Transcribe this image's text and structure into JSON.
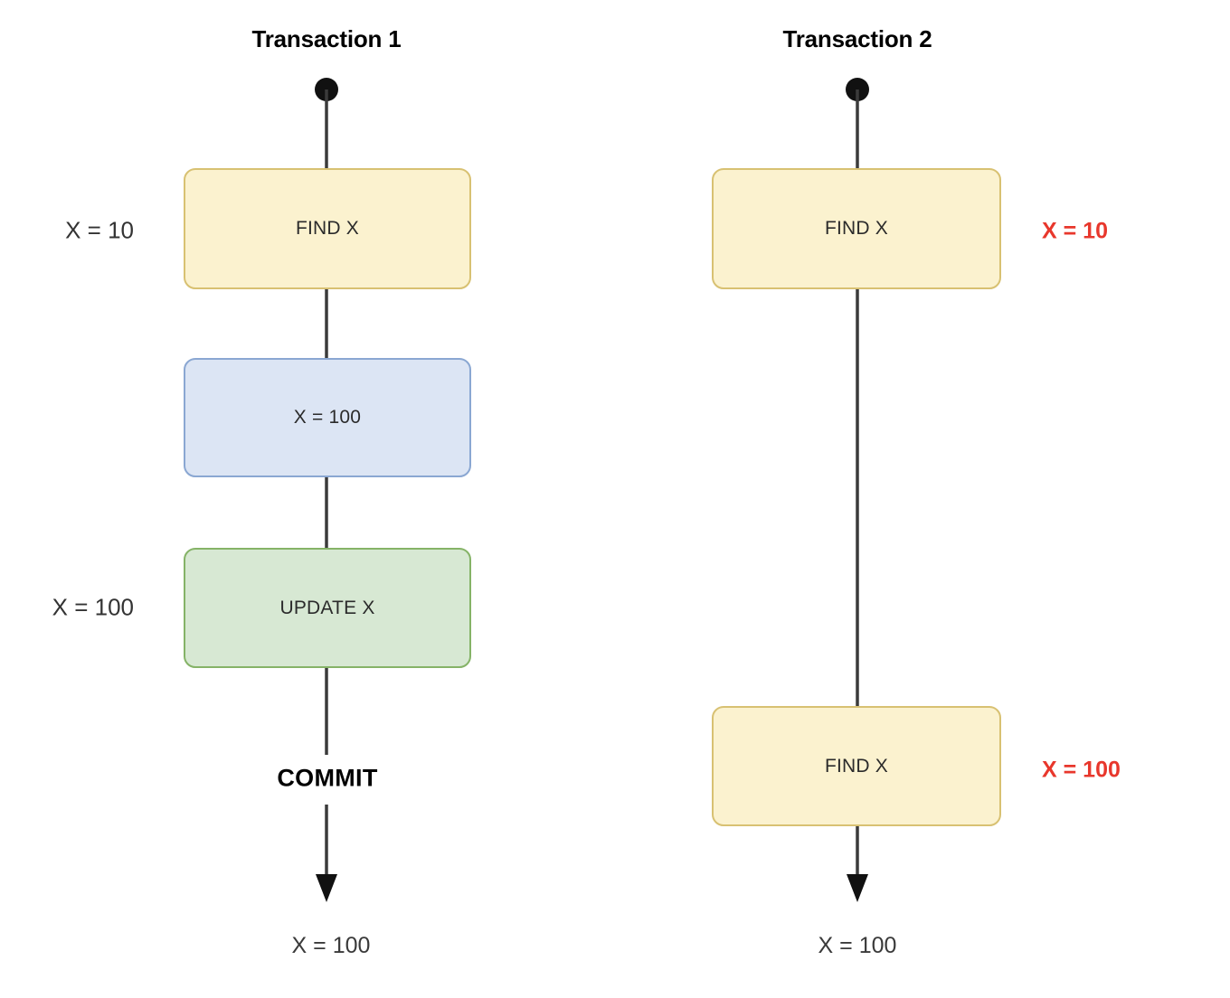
{
  "diagram": {
    "title_left": "Transaction 1",
    "title_right": "Transaction 2",
    "colors": {
      "yellow_fill": "#fbf2cf",
      "yellow_border": "#d8c172",
      "blue_fill": "#dce5f4",
      "blue_border": "#8aa7d2",
      "green_fill": "#d7e8d3",
      "green_border": "#85b367",
      "line": "#2b2b2b",
      "red_text": "#e8372c",
      "body_text": "#333333",
      "background": "#ffffff"
    }
  },
  "transaction1": {
    "title": "Transaction 1",
    "steps": [
      {
        "label": "FIND X",
        "kind": "yellow"
      },
      {
        "label": "X = 100",
        "kind": "blue"
      },
      {
        "label": "UPDATE X",
        "kind": "green"
      }
    ],
    "left_annotations": [
      {
        "text": "X = 10"
      },
      {
        "text": "X = 100"
      }
    ],
    "commit_label": "COMMIT",
    "end_label": "X = 100"
  },
  "transaction2": {
    "title": "Transaction 2",
    "steps": [
      {
        "label": "FIND X",
        "kind": "yellow"
      },
      {
        "label": "FIND X",
        "kind": "yellow"
      }
    ],
    "right_annotations": [
      {
        "text": "X = 10"
      },
      {
        "text": "X = 100"
      }
    ],
    "end_label": "X = 100"
  }
}
